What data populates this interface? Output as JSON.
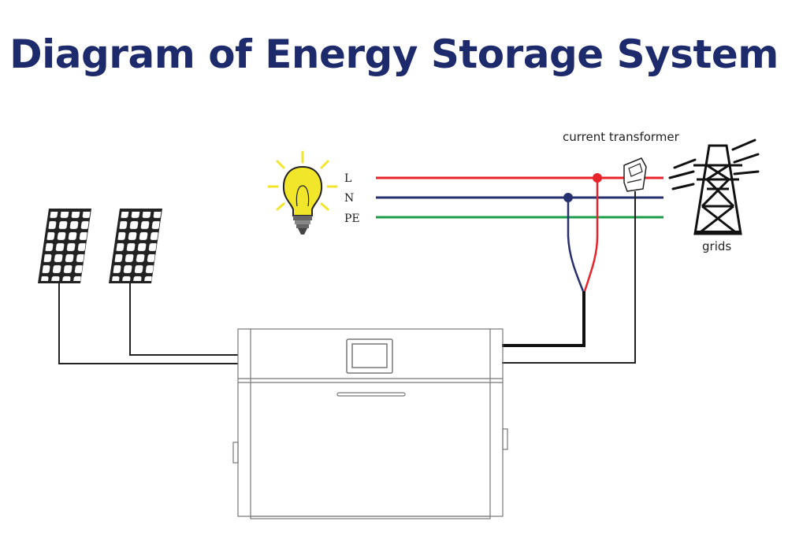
{
  "title": "Diagram of Energy Storage System",
  "labels": {
    "line_l": "L",
    "line_n": "N",
    "line_pe": "PE",
    "current_transformer": "current transformer",
    "grids": "grids"
  },
  "colors": {
    "title": "#1d2a6b",
    "wire_l": "#e8232a",
    "wire_n": "#27306f",
    "wire_pe": "#1b9c4a",
    "wire_dc": "#222222",
    "bulb": "#f2e62a"
  },
  "icons": [
    "solar-panel-icon",
    "light-bulb-icon",
    "transmission-tower-icon",
    "current-transformer-icon",
    "display-screen-icon"
  ]
}
